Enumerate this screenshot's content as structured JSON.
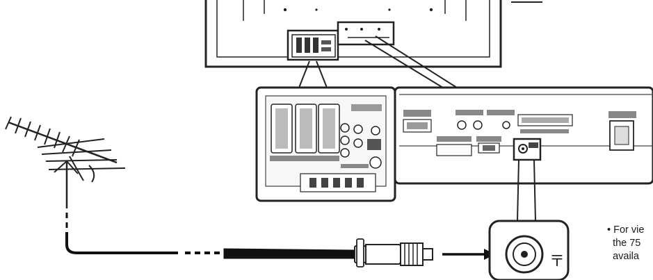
{
  "note": {
    "bullet": "•",
    "line1": "For vie",
    "line2": "the 75",
    "line3": "availa"
  },
  "socket_symbol": "〒"
}
